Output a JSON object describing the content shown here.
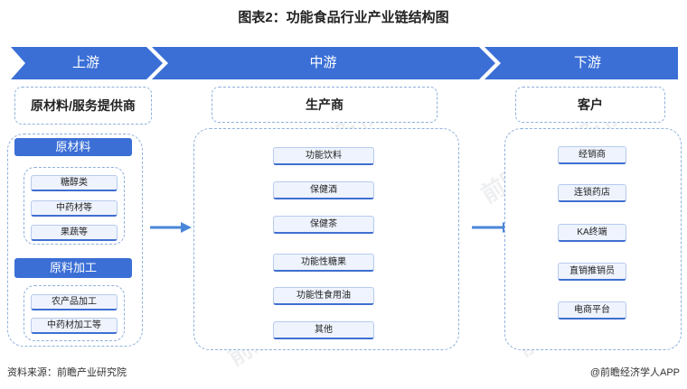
{
  "title": "图表2：功能食品行业产业链结构图",
  "stages": {
    "upstream": "上游",
    "midstream": "中游",
    "downstream": "下游"
  },
  "upstream": {
    "header": "原材料/服务提供商",
    "raw_materials": {
      "label": "原材料",
      "items": [
        "糖醇类",
        "中药材等",
        "果蔬等"
      ]
    },
    "processing": {
      "label": "原料加工",
      "items": [
        "农产品加工",
        "中药材加工等"
      ]
    }
  },
  "midstream": {
    "header": "生产商",
    "items": [
      "功能饮料",
      "保健酒",
      "保健茶",
      "功能性糖果",
      "功能性食用油",
      "其他"
    ]
  },
  "downstream": {
    "header": "客户",
    "items": [
      "经销商",
      "连锁药店",
      "KA终端",
      "直销推销员",
      "电商平台"
    ]
  },
  "footer": {
    "source": "资料来源：前瞻产业研究院",
    "brand": "@前瞻经济学人APP"
  },
  "colors": {
    "chevron": "#3b6fd6",
    "banner": "#3b6fd6",
    "dashed_border": "#8fb0de",
    "item_fill": "#eef3fd",
    "arrow": "#4a86d8"
  }
}
